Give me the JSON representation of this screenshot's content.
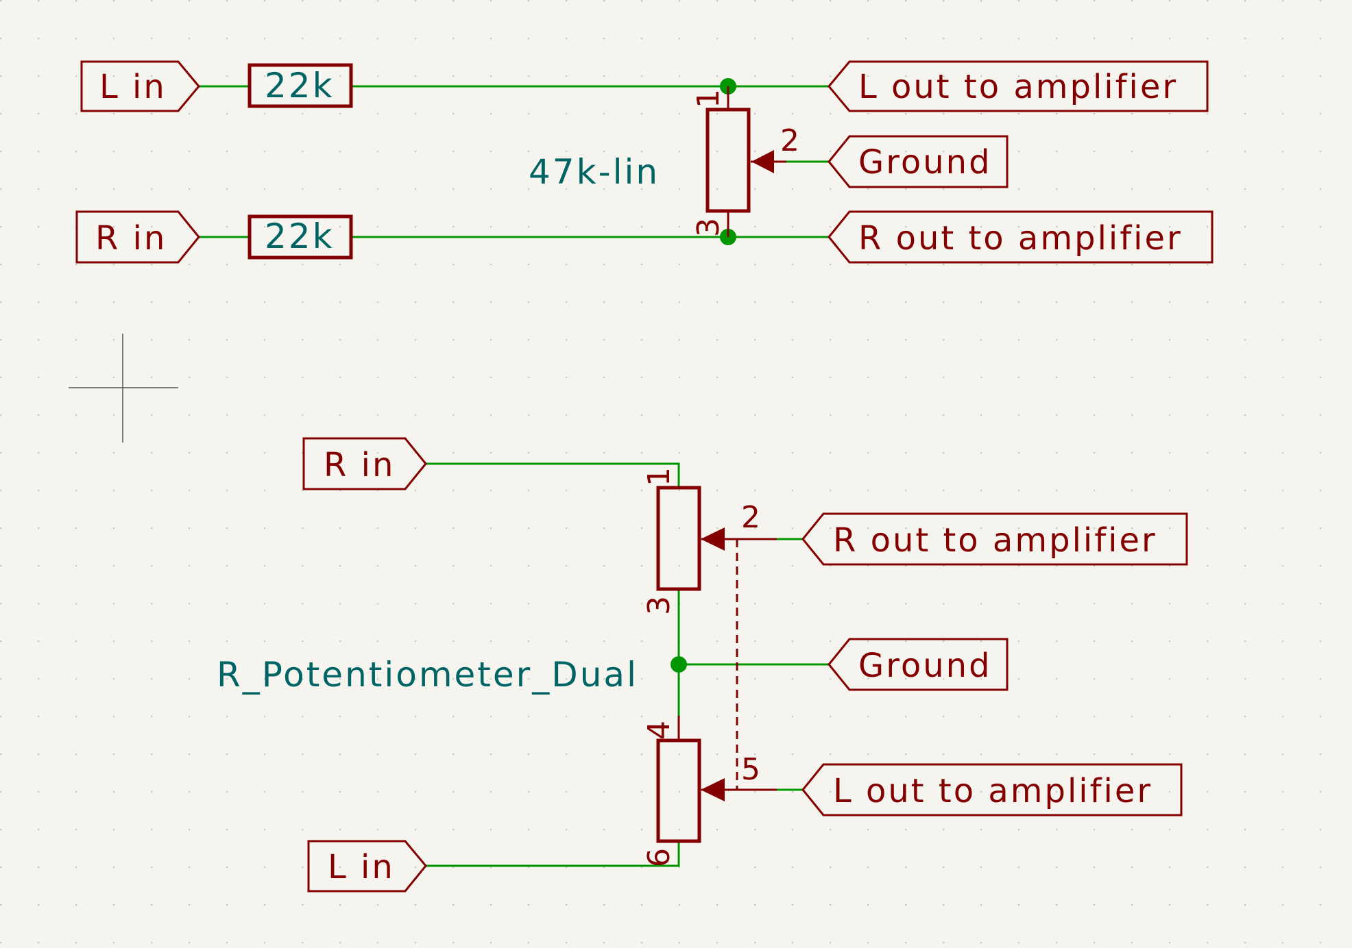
{
  "colors": {
    "background": "#f5f4ef",
    "wire": "#009600",
    "symbol": "#840000",
    "value_text": "#006464",
    "junction": "#009600"
  },
  "top_circuit": {
    "label_l_in": "L in",
    "label_r_in": "R in",
    "resistor_top_value": "22k",
    "resistor_bottom_value": "22k",
    "pot_value": "47k-lin",
    "pin_1": "1",
    "pin_2": "2",
    "pin_3": "3",
    "label_l_out": "L out to amplifier",
    "label_ground": "Ground",
    "label_r_out": "R out to amplifier"
  },
  "bottom_circuit": {
    "label_r_in": "R in",
    "label_l_in": "L in",
    "pot_value": "R_Potentiometer_Dual",
    "pin_1": "1",
    "pin_2": "2",
    "pin_3": "3",
    "pin_4": "4",
    "pin_5": "5",
    "pin_6": "6",
    "label_r_out": "R out to amplifier",
    "label_ground": "Ground",
    "label_l_out": "L out to amplifier"
  },
  "cursor_icon": "crosshair-icon"
}
